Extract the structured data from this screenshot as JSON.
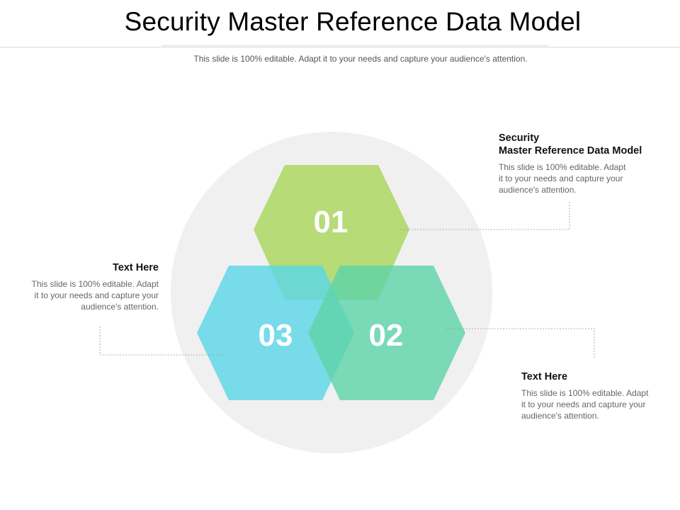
{
  "title": "Security Master Reference Data Model",
  "subtitle": "This slide is 100% editable. Adapt it to your needs and capture your audience's attention.",
  "hexagons": [
    {
      "label": "01",
      "color": "#a8d65c"
    },
    {
      "label": "02",
      "color": "#5fd3a8"
    },
    {
      "label": "03",
      "color": "#5dd5e6"
    }
  ],
  "colors": {
    "backdrop_circle": "#f0f0f0",
    "connector": "#9a9a9a"
  },
  "blocks": {
    "top_right": {
      "heading_line1": "Security",
      "heading_line2": "Master Reference Data Model",
      "body_line1": "This slide is 100% editable. Adapt",
      "body_line2": "it to your needs and capture your",
      "body_line3": "audience's attention."
    },
    "left": {
      "heading": "Text Here",
      "body_line1": "This slide is 100% editable. Adapt",
      "body_line2": "it to your needs and capture your",
      "body_line3": "audience's attention."
    },
    "bottom_right": {
      "heading": "Text Here",
      "body_line1": "This slide is 100% editable. Adapt",
      "body_line2": "it to your needs and capture your",
      "body_line3": "audience's attention."
    }
  }
}
